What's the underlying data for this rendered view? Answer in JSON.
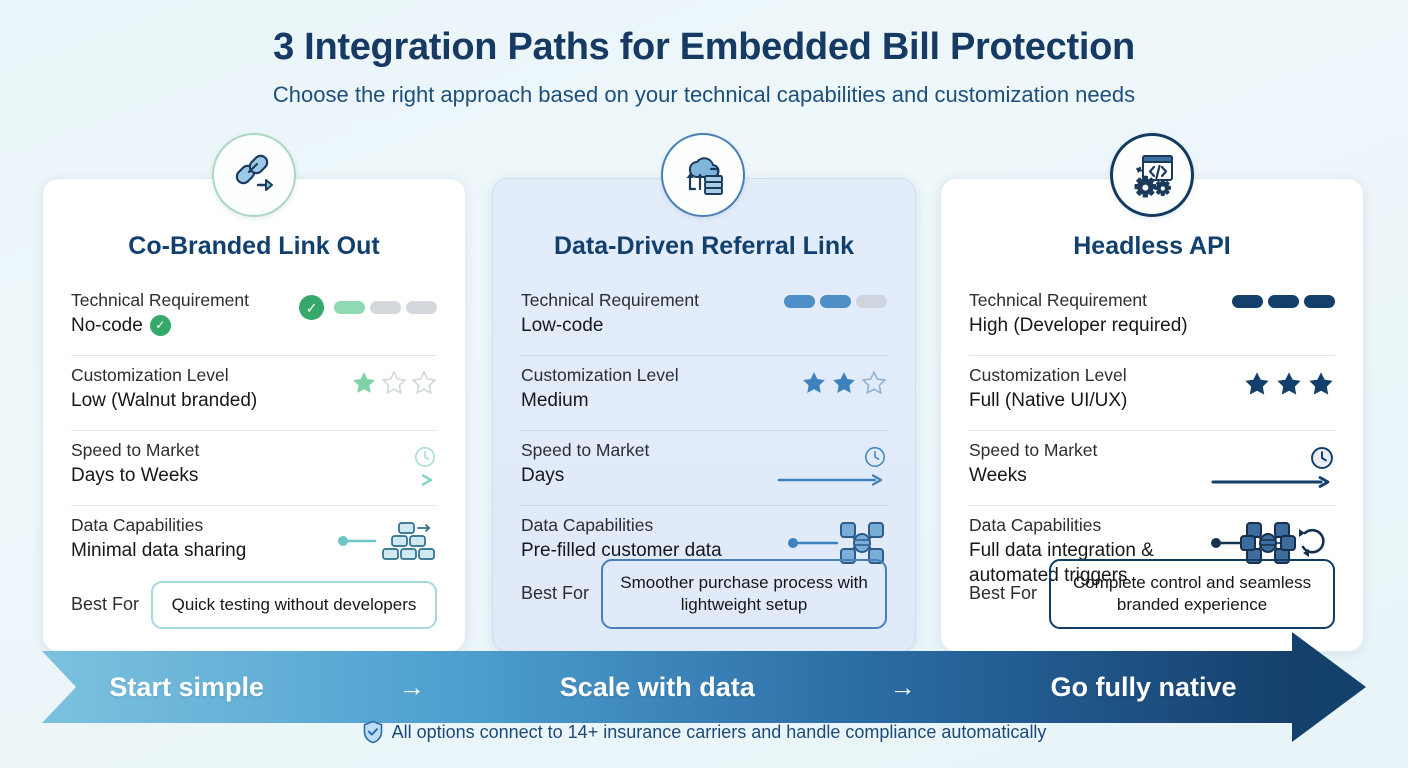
{
  "header": {
    "title": "3 Integration Paths for Embedded Bill Protection",
    "subtitle": "Choose the right approach based on your technical capabilities and customization needs"
  },
  "labels": {
    "technical_requirement": "Technical Requirement",
    "customization_level": "Customization Level",
    "speed_to_market": "Speed to Market",
    "data_capabilities": "Data Capabilities",
    "best_for": "Best For"
  },
  "cards": [
    {
      "id": "co-branded-link-out",
      "title": "Co-Branded Link Out",
      "icon": "chain-link-arrow-icon",
      "accent": "#59b98c",
      "technical_requirement": {
        "value": "No-code",
        "filled": 1,
        "total": 3,
        "has_check": true,
        "bar_color": "#8fd9b3"
      },
      "customization_level": {
        "value": "Low (Walnut branded)",
        "stars_filled": 1,
        "stars_total": 3,
        "star_color": "#7fd1a8"
      },
      "speed_to_market": {
        "value": "Days to Weeks",
        "arrow_color": "#9fdcd3"
      },
      "data_capabilities": {
        "value": "Minimal data sharing",
        "art": "nodes-basic-icon",
        "art_color": "#5fbac2"
      },
      "best_for": "Quick testing without developers"
    },
    {
      "id": "data-driven-referral-link",
      "title": "Data-Driven Referral Link",
      "icon": "cloud-sync-database-icon",
      "accent": "#4a7fb5",
      "technical_requirement": {
        "value": "Low-code",
        "filled": 2,
        "total": 3,
        "has_check": false,
        "bar_color": "#4d8fc6"
      },
      "customization_level": {
        "value": "Medium",
        "stars_filled": 2,
        "stars_total": 3,
        "star_color": "#3d81bd"
      },
      "speed_to_market": {
        "value": "Days",
        "arrow_color": "#3d81bd"
      },
      "data_capabilities": {
        "value": "Pre-filled customer data",
        "art": "nodes-network-icon",
        "art_color": "#3d81bd"
      },
      "best_for": "Smoother purchase process with lightweight setup"
    },
    {
      "id": "headless-api",
      "title": "Headless API",
      "icon": "code-window-gears-icon",
      "accent": "#123b62",
      "technical_requirement": {
        "value": "High (Developer required)",
        "filled": 3,
        "total": 3,
        "has_check": false,
        "bar_color": "#153f6b"
      },
      "customization_level": {
        "value": "Full (Native UI/UX)",
        "stars_filled": 3,
        "stars_total": 3,
        "star_color": "#153f6b"
      },
      "speed_to_market": {
        "value": "Weeks",
        "arrow_color": "#153f6b"
      },
      "data_capabilities": {
        "value": "Full data integration & automated triggers",
        "art": "nodes-network-sync-icon",
        "art_color": "#2d5c8a"
      },
      "best_for": "Complete control and seamless branded experience"
    }
  ],
  "banner": {
    "steps": [
      "Start simple",
      "Scale with data",
      "Go fully native"
    ],
    "arrow_glyph": "→",
    "gradient_from": "#7cc2df",
    "gradient_to": "#153f6b"
  },
  "footer": {
    "icon": "shield-check-icon",
    "text": "All options connect to 14+ insurance carriers and handle compliance automatically"
  }
}
